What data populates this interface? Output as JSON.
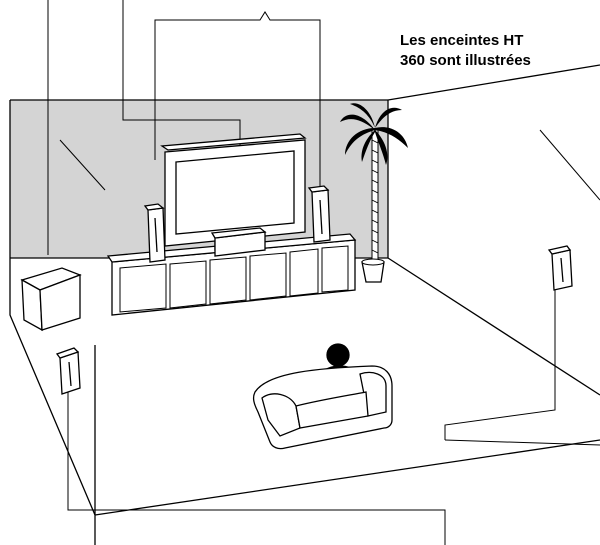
{
  "caption": {
    "line1": "Les enceintes HT",
    "line2": "360 sont illustrées"
  },
  "colors": {
    "wall": "#d4d4d4",
    "outline": "#000000",
    "fill": "#ffffff",
    "silhouette": "#000000",
    "plant_pot": "#ffffff"
  },
  "elements": {
    "subwoofer": "subwoofer-speaker",
    "front_left": "front-left-speaker",
    "front_right": "front-right-speaker",
    "center": "center-speaker",
    "surround_left": "surround-left-speaker",
    "surround_right": "surround-right-speaker",
    "tv": "television",
    "cabinet": "tv-cabinet",
    "plant": "palm-plant",
    "sofa": "sofa-with-listener"
  }
}
